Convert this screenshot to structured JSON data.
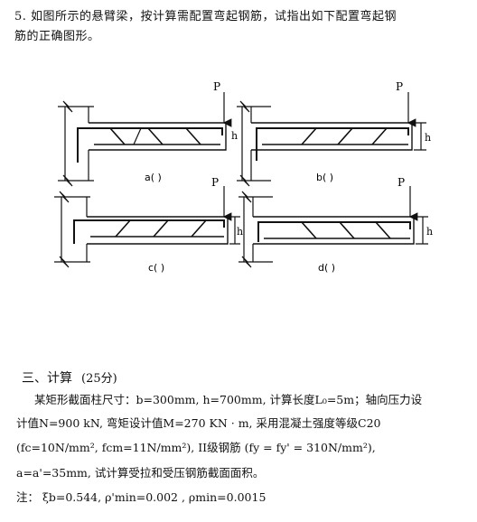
{
  "question5": {
    "line1": "5.  如图所示的悬臂梁，按计算需配置弯起钢筋，试指出如下配置弯起钢",
    "line2": "筋的正确图形。"
  },
  "figures": {
    "load": "P",
    "height": "h",
    "labels": [
      "a(  )",
      "b(  )",
      "c(  )",
      "d(  )"
    ]
  },
  "section3": {
    "title": "三、计算",
    "points": "(25分)",
    "line1": "某矩形截面柱尺寸：b=300mm, h=700mm, 计算长度L₀=5m；轴向压力设",
    "line2": "计值N=900 kN, 弯矩设计值M=270 KN · m,   采用混凝土强度等级C20",
    "line3": "(fc=10N/mm², fcm=11N/mm²),   II级钢筋 (fy = fy' = 310N/mm²),",
    "line4": "a=a'=35mm,  试计算受拉和受压钢筋截面面积。",
    "note": "注：  ξb=0.544,     ρ'min=0.002    ,  ρmin=0.0015"
  }
}
